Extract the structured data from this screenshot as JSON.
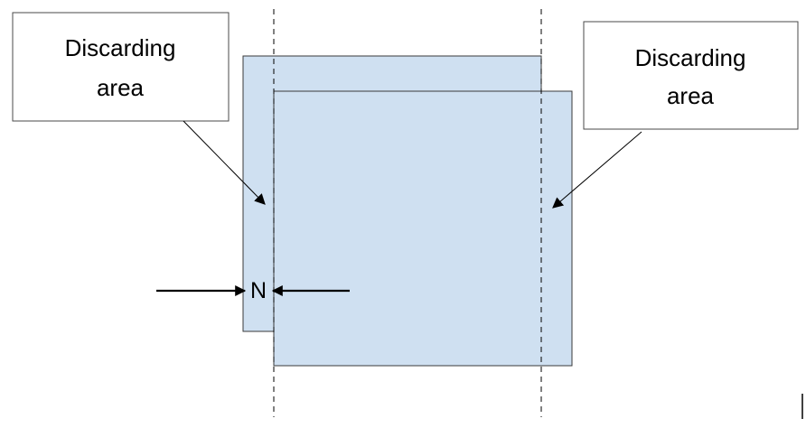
{
  "callouts": {
    "left": {
      "line1": "Discarding",
      "line2": "area"
    },
    "right": {
      "line1": "Discarding",
      "line2": "area"
    }
  },
  "overlap_label": "N",
  "colors": {
    "frame_fill": "#cfe0f1",
    "frame_stroke": "#3a3a3a",
    "line": "#000000",
    "box_stroke": "#4a4a4a"
  }
}
